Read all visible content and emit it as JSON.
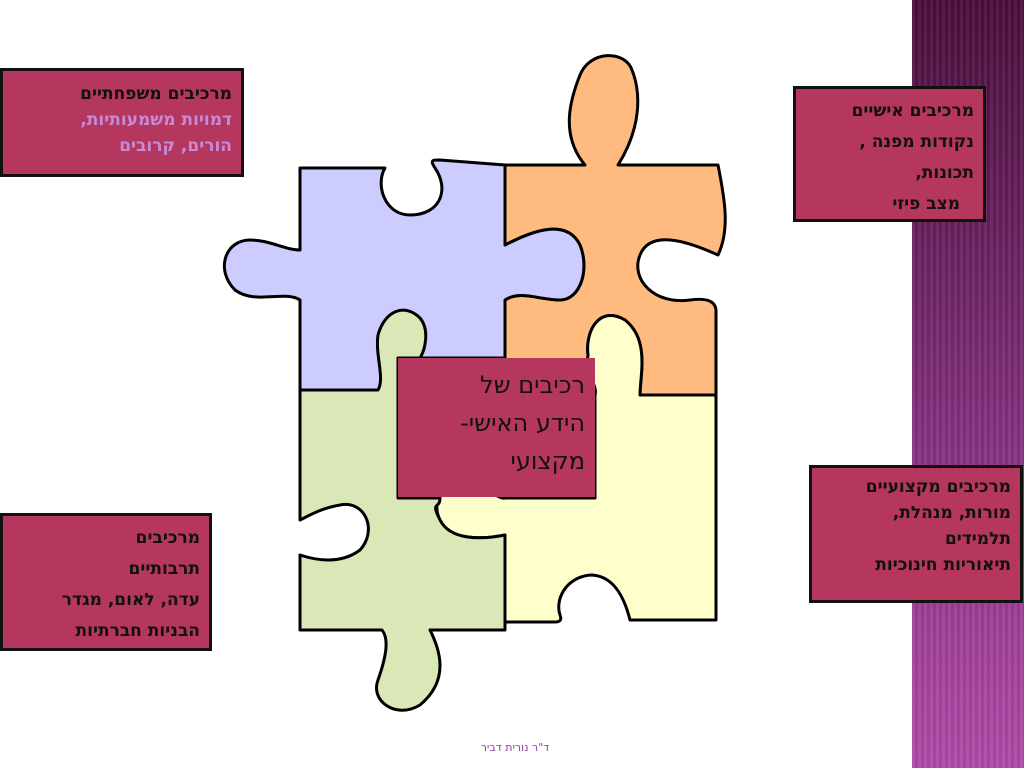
{
  "side_band": {
    "colors": [
      "#4a0f3a",
      "#6b2363",
      "#94388f",
      "#b04aa7"
    ]
  },
  "puzzle": {
    "pieces": [
      {
        "name": "blue-piece",
        "color": "#ccccff"
      },
      {
        "name": "orange-piece",
        "color": "#ffbb7f"
      },
      {
        "name": "green-piece",
        "color": "#d9e8b6"
      },
      {
        "name": "yellow-piece",
        "color": "#ffffcc"
      }
    ]
  },
  "center": {
    "lines": [
      "רכיבים של",
      "הידע האישי-",
      "מקצועי"
    ]
  },
  "boxes": {
    "family": {
      "title": "מרכיבים משפחתיים",
      "lines": [
        "דמויות משמעותיות,",
        "הורים, קרובים"
      ]
    },
    "personal": {
      "lines": [
        "מרכיבים אישיים",
        "נקודות מפנה ,",
        "תכונות,",
        "מצב פיזי"
      ]
    },
    "professional": {
      "lines": [
        "מרכיבים מקצועיים",
        "מורות, מנהלת,",
        "תלמידים",
        "תיאוריות חינוכיות"
      ]
    },
    "cultural": {
      "lines": [
        "מרכיבים",
        "תרבותיים",
        "עדה, לאום, מגדר",
        "הבניות חברתיות"
      ]
    }
  },
  "footer": {
    "text": "ד\"ר נורית דביר"
  }
}
